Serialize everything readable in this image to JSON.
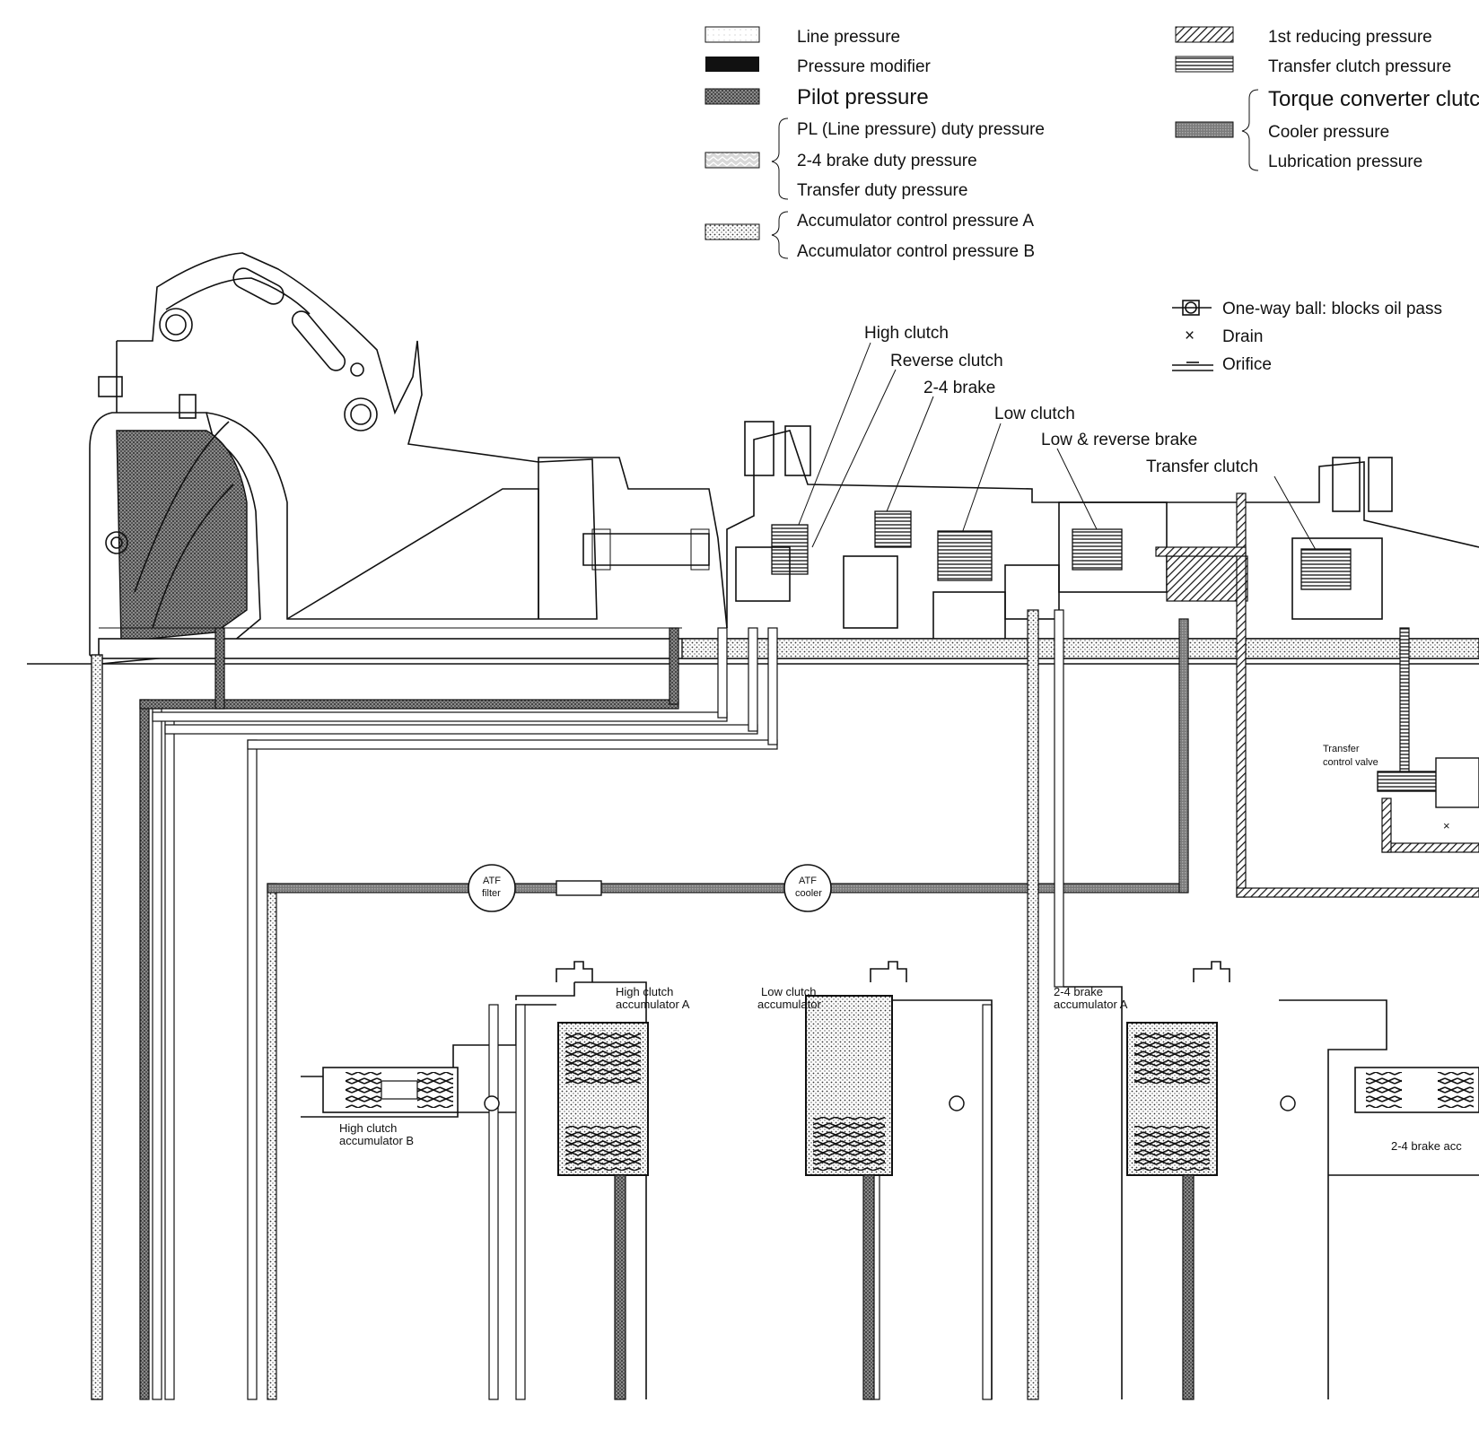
{
  "legend_left": [
    {
      "key": "line",
      "label": "Line pressure",
      "swatch": "line"
    },
    {
      "key": "modifier",
      "label": "Pressure modifier",
      "swatch": "black"
    },
    {
      "key": "pilot",
      "label": "Pilot pressure",
      "swatch": "pilot"
    }
  ],
  "legend_duty": {
    "items": [
      "PL (Line pressure) duty pressure",
      "2-4 brake duty pressure",
      "Transfer duty pressure"
    ],
    "swatch": "duty"
  },
  "legend_accum": {
    "items": [
      "Accumulator control pressure A",
      "Accumulator control pressure B"
    ],
    "swatch": "accum"
  },
  "legend_right": [
    {
      "key": "reducing",
      "label": "1st reducing pressure",
      "swatch": "hatch"
    },
    {
      "key": "transfer_clutch",
      "label": "Transfer clutch pressure",
      "swatch": "horiz"
    }
  ],
  "legend_tcc": {
    "items": [
      "Torque converter clutch",
      "Cooler pressure",
      "Lubrication pressure"
    ],
    "swatch": "tcc"
  },
  "symbols": [
    {
      "key": "oneway",
      "label": "One-way ball: blocks oil pass"
    },
    {
      "key": "drain",
      "glyph": "×",
      "label": "Drain"
    },
    {
      "key": "orifice",
      "label": "Orifice"
    }
  ],
  "component_labels": [
    "High clutch",
    "Reverse clutch",
    "2-4 brake",
    "Low clutch",
    "Low & reverse brake",
    "Transfer clutch"
  ],
  "transfer_valve": [
    "Transfer",
    "control valve"
  ],
  "atf_filter": [
    "ATF",
    "filter"
  ],
  "atf_cooler": [
    "ATF",
    "cooler"
  ],
  "accumulators": {
    "high_a": [
      "High clutch",
      "accumulator A"
    ],
    "low": [
      "Low clutch",
      "accumulator"
    ],
    "brake_a": [
      "2-4 brake",
      "accumulator A"
    ],
    "high_b": [
      "High clutch",
      "accumulator B"
    ],
    "brake_b": "2-4 brake acc"
  },
  "colors": {
    "ink": "#111111",
    "paper": "#ffffff",
    "pilot": "#6d6d6d",
    "stipple": "#9a9a9a"
  }
}
